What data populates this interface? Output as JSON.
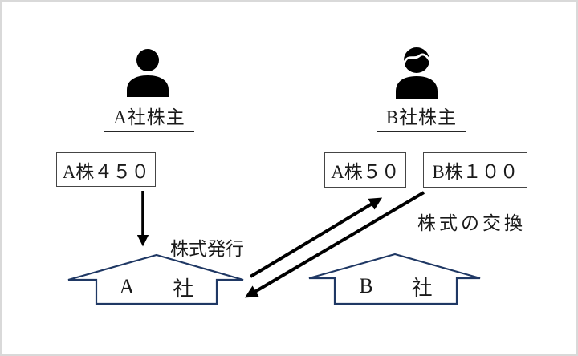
{
  "diagram": {
    "shareholder_a": {
      "label": "A社株主",
      "holding_box": "A株４５０"
    },
    "shareholder_b": {
      "label": "B社株主",
      "holding_box_a": "A株５０",
      "holding_box_b": "B株１００"
    },
    "company_a": {
      "letter": "A",
      "suffix": "社"
    },
    "company_b": {
      "letter": "B",
      "suffix": "社"
    },
    "annotations": {
      "stock_issue": "株式発行",
      "stock_exchange": "株式の交換"
    },
    "icons": {
      "shareholder_a": "person-icon",
      "shareholder_b": "person-with-hair-icon"
    },
    "colors": {
      "building_outline": "#1f3864",
      "arrow": "#000000",
      "box_border": "#454545",
      "text": "#1a1a1a",
      "page_border": "#d9d9d9",
      "background": "#ffffff"
    }
  }
}
